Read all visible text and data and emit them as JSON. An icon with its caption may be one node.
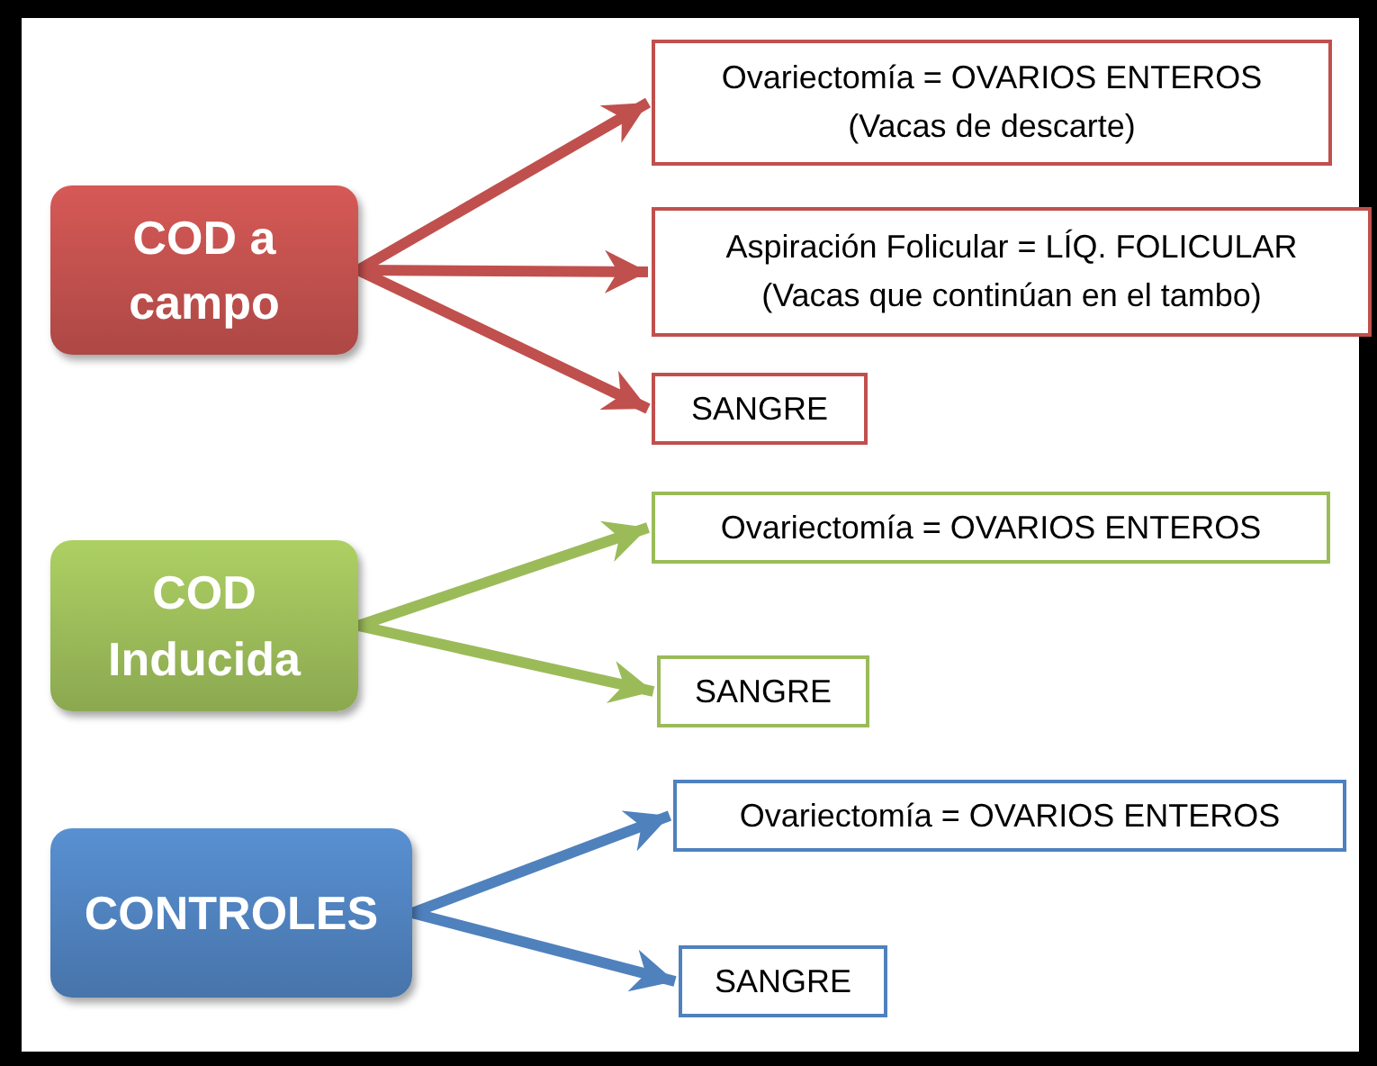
{
  "diagram": {
    "nodes": [
      {
        "text": [
          "COD a campo"
        ]
      },
      {
        "text": [
          "Ovariectomía = OVARIOS ENTEROS",
          "(Vacas de descarte)"
        ]
      },
      {
        "text": [
          "Aspiración Folicular = LÍQ. FOLICULAR",
          "(Vacas que continúan en el tambo)"
        ]
      },
      {
        "text": [
          "SANGRE"
        ]
      },
      {
        "text": [
          "COD Inducida"
        ]
      },
      {
        "text": [
          "Ovariectomía = OVARIOS ENTEROS"
        ]
      },
      {
        "text": [
          "SANGRE"
        ]
      },
      {
        "text": [
          "CONTROLES"
        ]
      },
      {
        "text": [
          "Ovariectomía = OVARIOS ENTEROS"
        ]
      },
      {
        "text": [
          "SANGRE"
        ]
      }
    ],
    "edges": [
      {
        "from": 0,
        "to": 1,
        "arrow": "to",
        "color": "#c0504d"
      },
      {
        "from": 0,
        "to": 2,
        "arrow": "to",
        "color": "#c0504d"
      },
      {
        "from": 0,
        "to": 3,
        "arrow": "to",
        "color": "#c0504d"
      },
      {
        "from": 4,
        "to": 5,
        "arrow": "to",
        "color": "#9bbb59"
      },
      {
        "from": 4,
        "to": 6,
        "arrow": "to",
        "color": "#9bbb59"
      },
      {
        "from": 7,
        "to": 8,
        "arrow": "to",
        "color": "#4f81bd"
      },
      {
        "from": 7,
        "to": 9,
        "arrow": "to",
        "color": "#4f81bd"
      }
    ]
  }
}
